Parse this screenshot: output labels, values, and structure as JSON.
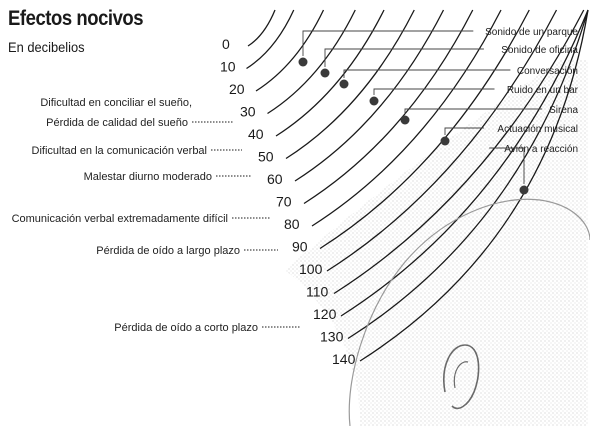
{
  "title": "Efectos nocivos",
  "subtitle": "En decibelios",
  "decibel_scale": [
    "0",
    "10",
    "20",
    "30",
    "40",
    "50",
    "60",
    "70",
    "80",
    "90",
    "100",
    "110",
    "120",
    "130",
    "140"
  ],
  "effects": [
    {
      "text": "Dificultad en conciliar el sueño,",
      "db": "20"
    },
    {
      "text": "Pérdida de calidad del sueño",
      "db": "30"
    },
    {
      "text": "Dificultad en la comunicación verbal",
      "db": "40"
    },
    {
      "text": "Malestar diurno moderado",
      "db": "50"
    },
    {
      "text": "Comunicación verbal extremadamente difícil",
      "db": "70"
    },
    {
      "text": "Pérdida de oído a largo plazo",
      "db": "80"
    },
    {
      "text": "Pérdida de oído a corto plazo",
      "db": "110"
    }
  ],
  "sources": [
    {
      "text": "Sonido de un parque",
      "db": "20"
    },
    {
      "text": "Sonido de oficina",
      "db": "30"
    },
    {
      "text": "Conversación",
      "db": "40"
    },
    {
      "text": "Ruido en un bar",
      "db": "50"
    },
    {
      "text": "Sirena",
      "db": "60"
    },
    {
      "text": "Actuación musical",
      "db": "80"
    },
    {
      "text": "Avión a reacción",
      "db": "140"
    }
  ],
  "colors": {
    "ink": "#1a1a1a",
    "dots": "#3a3a3a",
    "stipple": "#b5b5b5"
  }
}
